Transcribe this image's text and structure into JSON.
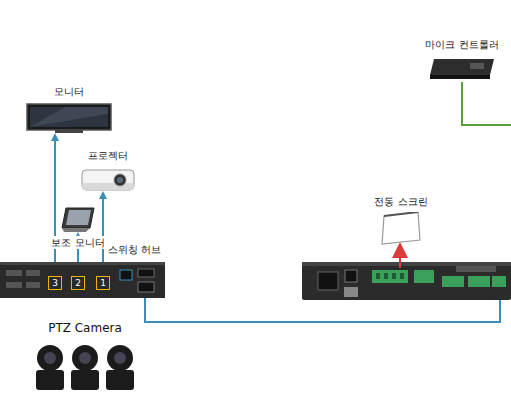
{
  "diagram": {
    "nodes": [
      {
        "text": [
          "모니터"
        ]
      },
      {
        "text": [
          "프로젝터"
        ]
      },
      {
        "text": [
          "보조 모니터"
        ]
      },
      {
        "text": [
          "스위칭 허브"
        ]
      },
      {
        "text": [
          "PTZ Camera"
        ]
      },
      {
        "text": [
          "마이크 컨트롤러"
        ]
      },
      {
        "text": [
          "전동 스크린"
        ]
      }
    ],
    "edges": [
      {
        "from": 3,
        "to": 0,
        "arrow": "to"
      },
      {
        "from": 3,
        "to": 1,
        "arrow": "to"
      },
      {
        "from": 3,
        "to": 2,
        "arrow": "to"
      }
    ],
    "labels": [
      "3",
      "2",
      "1"
    ]
  }
}
